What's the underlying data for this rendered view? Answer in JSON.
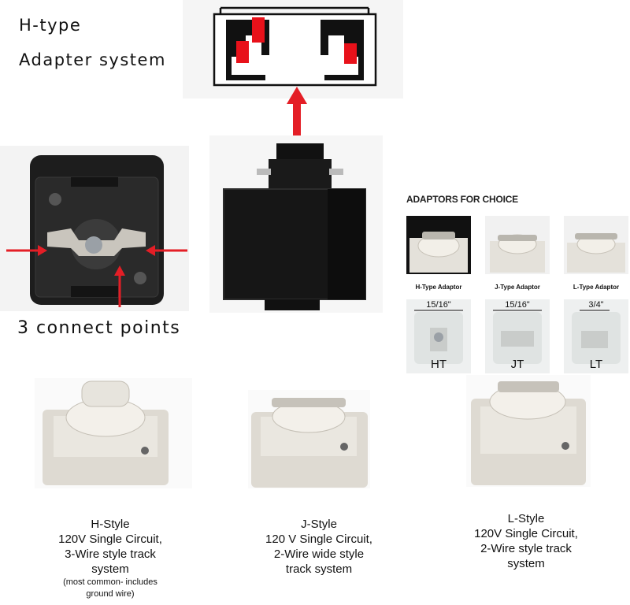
{
  "heading": {
    "line1": "H-type",
    "line2": "Adapter system"
  },
  "connect_label": "3 connect points",
  "choices": {
    "title": "ADAPTORS FOR CHOICE",
    "adaptors": [
      {
        "label": "H-Type Adaptor",
        "dimension": "15/16\"",
        "code": "HT"
      },
      {
        "label": "J-Type Adaptor",
        "dimension": "15/16\"",
        "code": "JT"
      },
      {
        "label": "L-Type Adaptor",
        "dimension": "3/4\"",
        "code": "LT"
      }
    ]
  },
  "styles": [
    {
      "name": "H-Style",
      "lines": [
        "120V Single Circuit,",
        "3-Wire style track",
        "system"
      ],
      "note": [
        "(most common- includes",
        "ground wire)"
      ]
    },
    {
      "name": "J-Style",
      "lines": [
        "120 V Single Circuit,",
        "2-Wire wide style",
        "track system"
      ],
      "note": []
    },
    {
      "name": "L-Style",
      "lines": [
        "120V Single Circuit,",
        "2-Wire style track",
        "system"
      ],
      "note": []
    }
  ],
  "colors": {
    "arrow": "#e41e26",
    "track_red": "#e8111a",
    "adapter_black": "#1a1a1a",
    "adapter_white": "#e9e6de"
  }
}
